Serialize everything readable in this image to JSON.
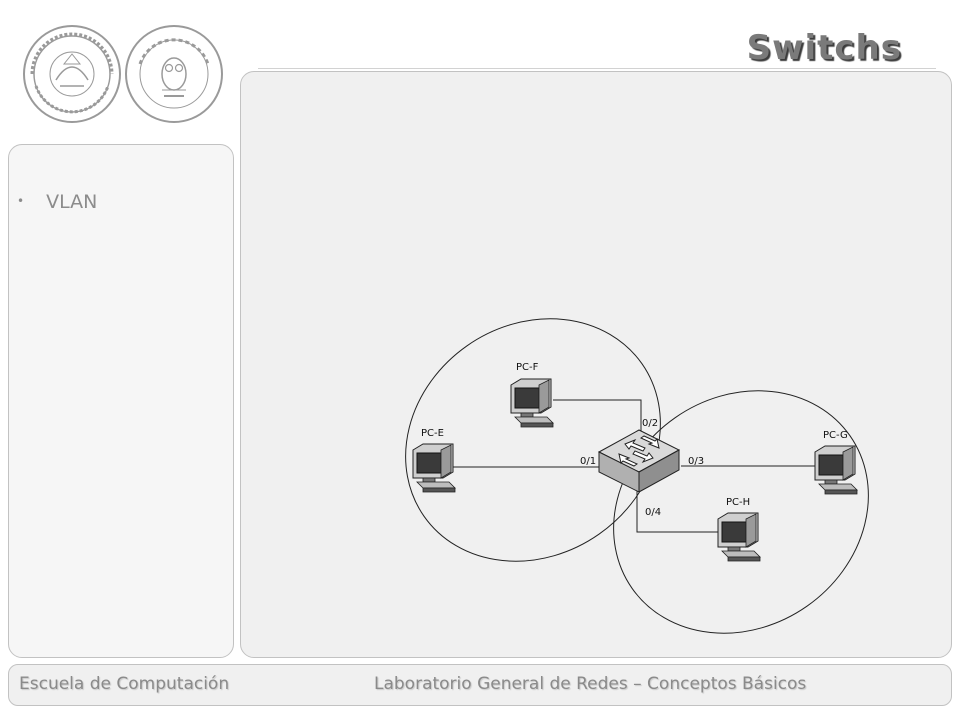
{
  "slide": {
    "title": "Switchs"
  },
  "sidebar": {
    "bullets": [
      {
        "label": "VLAN"
      }
    ]
  },
  "diagram": {
    "pcs": {
      "pc_e": "PC-E",
      "pc_f": "PC-F",
      "pc_g": "PC-G",
      "pc_h": "PC-H"
    },
    "ports": {
      "p1": "0/1",
      "p2": "0/2",
      "p3": "0/3",
      "p4": "0/4"
    }
  },
  "footer": {
    "left": "Escuela de Computación",
    "right": "Laboratorio General de Redes – Conceptos Básicos"
  }
}
